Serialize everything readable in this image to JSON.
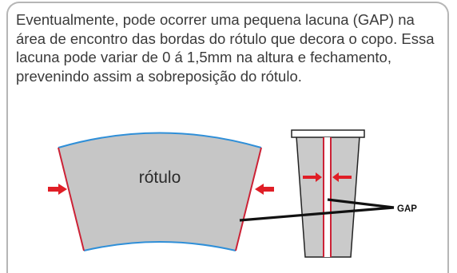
{
  "description": "Eventualmente, pode ocorrer uma pequena lacuna (GAP) na área de encontro das bordas do rótulo que decora o copo. Essa lacuna pode variar de 0 á 1,5mm na altura e fechamento,  prevenindo assim a sobreposição do rótulo.",
  "label_panel": {
    "text": "rótulo"
  },
  "callout": {
    "text": "GAP"
  },
  "colors": {
    "card_border": "#b6b6b6",
    "label_fill": "#c6c6c6",
    "arc_edge": "#2f8fd8",
    "side_edge": "#cc2236",
    "arrow": "#e01e26",
    "leader_line": "#111111",
    "cup_body": "#cacaca",
    "text": "#3a3a3a"
  }
}
